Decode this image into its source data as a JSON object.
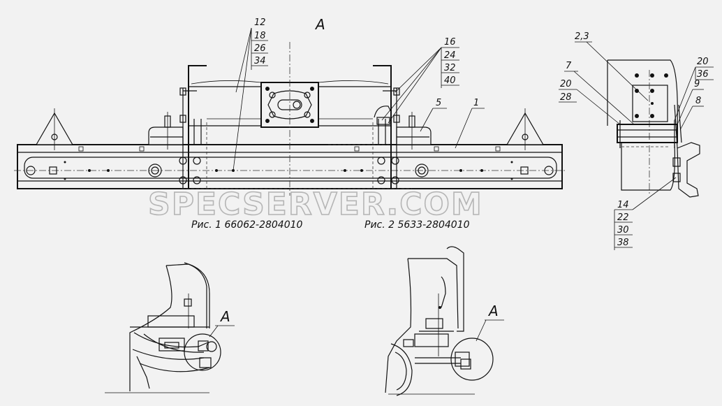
{
  "view_label": "A",
  "callouts": {
    "c12": [
      "12",
      "18",
      "26",
      "34"
    ],
    "c16": [
      "16",
      "24",
      "32",
      "40"
    ],
    "c5": "5",
    "c1": "1",
    "c23": "2,3",
    "c7": "7",
    "c20a": [
      "20",
      "28"
    ],
    "c20b": [
      "20",
      "36"
    ],
    "c9": "9",
    "c8": "8",
    "c14": [
      "14",
      "22",
      "30",
      "38"
    ]
  },
  "captions": {
    "fig1": "Рис. 1  66062-2804010",
    "fig2": "Рис. 2  5633-2804010"
  },
  "detail_labels": {
    "left": "A",
    "right": "A"
  },
  "watermark": "SPECSERVER.COM"
}
